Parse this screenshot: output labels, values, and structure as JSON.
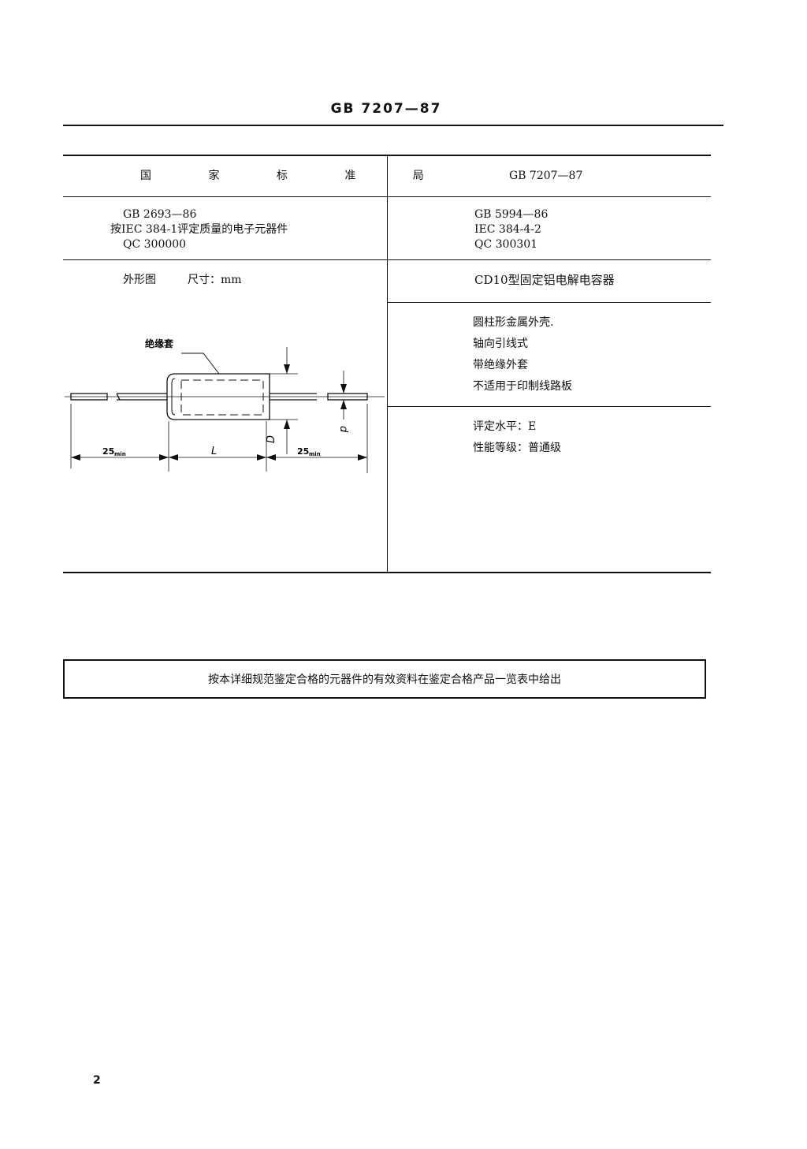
{
  "header": {
    "title": "GB 7207—87"
  },
  "table": {
    "issuer": "国 家 标 准 局",
    "doc_number": "GB 7207—87",
    "left_refs": [
      "GB 2693—86",
      "按IEC 384-1评定质量的电子元器件",
      "QC 300000"
    ],
    "right_refs": [
      "GB 5994—86",
      "IEC 384-4-2",
      "QC 300301"
    ],
    "outline": {
      "label": "外形图",
      "units": "尺寸：mm"
    },
    "product_title": "CD10型固定铝电解电容器",
    "features": [
      "圆柱形金属外壳.",
      "轴向引线式",
      "带绝缘外套",
      "不适用于印制线路板"
    ],
    "ratings": [
      "评定水平：E",
      "性能等级：普通级"
    ]
  },
  "drawing": {
    "sleeve_label": "绝缘套",
    "lead_left": "25",
    "lead_right": "25",
    "lead_sub": "min",
    "body_length": "L",
    "diameter": "D",
    "lead_diameter": "d"
  },
  "notice": "按本详细规范鉴定合格的元器件的有效资料在鉴定合格产品一览表中给出",
  "page_number": "2"
}
